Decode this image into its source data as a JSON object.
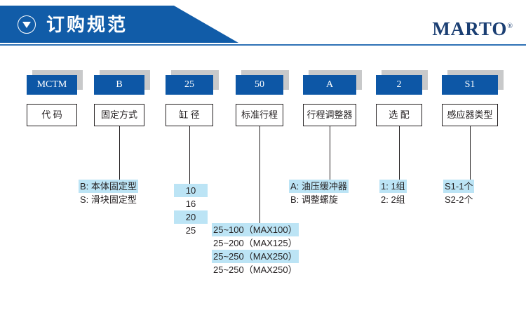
{
  "header": {
    "title": "订购规范",
    "icon": "circle-down-arrow-icon",
    "brand": "MARTO",
    "brand_mark": "®",
    "banner_color": "#115ca8"
  },
  "theme": {
    "code_box_color": "#0d57a6",
    "shadow_color": "#c8c9ca",
    "highlight_color": "#bce4f5",
    "brand_color": "#1b3f73"
  },
  "columns": [
    {
      "code": "MCTM",
      "label": "代 码",
      "has_connector": false,
      "details": []
    },
    {
      "code": "B",
      "label": "固定方式",
      "has_connector": true,
      "details": [
        {
          "text": "B: 本体固定型",
          "highlighted": true
        },
        {
          "text": "S: 滑块固定型",
          "highlighted": false
        }
      ]
    },
    {
      "code": "25",
      "label": "缸 径",
      "has_connector": true,
      "details": [
        {
          "text": "10",
          "highlighted": true
        },
        {
          "text": "16",
          "highlighted": false
        },
        {
          "text": "20",
          "highlighted": true
        },
        {
          "text": "25",
          "highlighted": false
        }
      ]
    },
    {
      "code": "50",
      "label": "标准行程",
      "has_connector": true,
      "details": [
        {
          "text": "25~100（MAX100）",
          "highlighted": true
        },
        {
          "text": "25~200（MAX125）",
          "highlighted": false
        },
        {
          "text": "25~250（MAX250）",
          "highlighted": true
        },
        {
          "text": "25~250（MAX250）",
          "highlighted": false
        }
      ]
    },
    {
      "code": "A",
      "label": "行程调整器",
      "has_connector": true,
      "details": [
        {
          "text": "A: 油压缓冲器",
          "highlighted": true
        },
        {
          "text": "B: 调整螺旋",
          "highlighted": false
        }
      ]
    },
    {
      "code": "2",
      "label": "选 配",
      "has_connector": true,
      "details": [
        {
          "text": "1: 1组",
          "highlighted": true
        },
        {
          "text": "2: 2组",
          "highlighted": false
        }
      ]
    },
    {
      "code": "S1",
      "label": "感应器类型",
      "has_connector": true,
      "details": [
        {
          "text": "S1-1个",
          "highlighted": true
        },
        {
          "text": "S2-2个",
          "highlighted": false
        }
      ]
    }
  ]
}
